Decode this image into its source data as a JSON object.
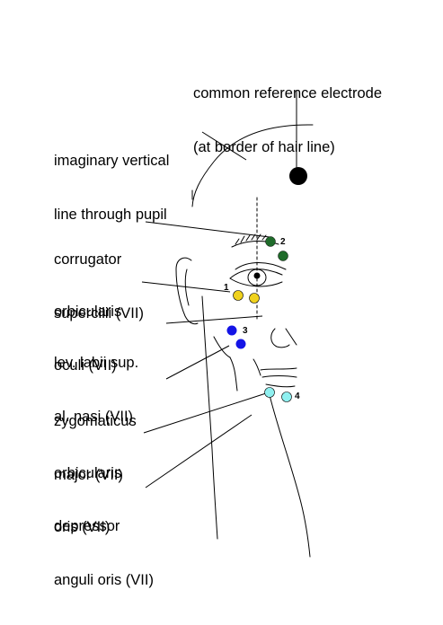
{
  "labels": {
    "reference": [
      "common reference electrode",
      "(at border of hair line)"
    ],
    "pupil_line": [
      "imaginary vertical",
      "line through pupil"
    ],
    "corrugator": [
      "corrugator",
      "supercilii (VII)"
    ],
    "orbicularis_oculi": [
      "orbicularis",
      "oculi (VII)"
    ],
    "levator": [
      "lev. labii sup.",
      "al. nasi (VII)"
    ],
    "zygomaticus": [
      "zygomaticus",
      "major (VII)"
    ],
    "orbicularis_oris": [
      "orbicularis",
      "oris (VII)"
    ],
    "depressor": [
      "depressor",
      "anguli oris (VII)"
    ]
  },
  "electrode_numbers": [
    "1",
    "2",
    "3",
    "4"
  ],
  "colors": {
    "reference": "#000000",
    "corrugator": "#1f6b2a",
    "orbicularis_oculi": "#f0d21e",
    "levator": "#1414e6",
    "orbicularis_oris": "#8ff0f0"
  }
}
